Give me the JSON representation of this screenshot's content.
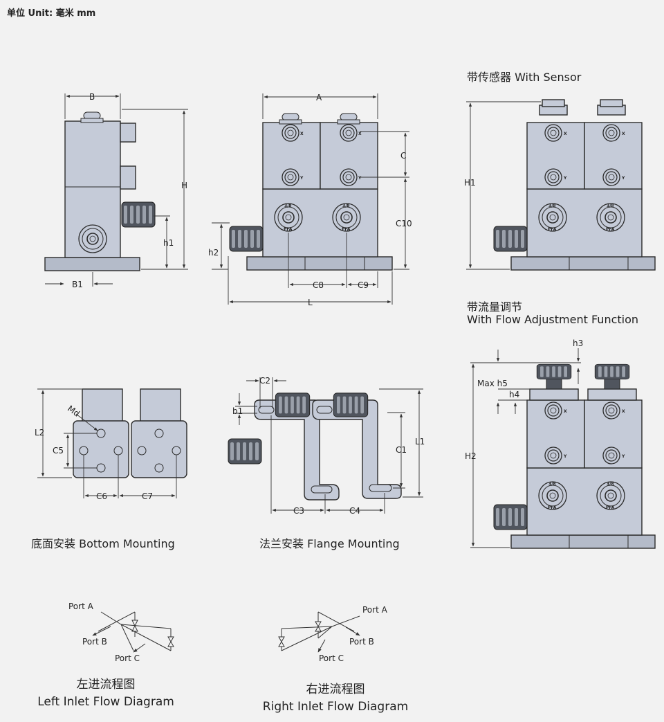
{
  "unit_label": "单位 Unit: 毫米 mm",
  "captions": {
    "with_sensor": "带传感器 With Sensor",
    "flow_adjust_cn": "带流量调节",
    "flow_adjust_en": "With Flow Adjustment Function",
    "bottom_mounting": "底面安装 Bottom Mounting",
    "flange_mounting": "法兰安装 Flange Mounting",
    "left_inlet_cn": "左进流程图",
    "left_inlet_en": "Left Inlet Flow Diagram",
    "right_inlet_cn": "右进流程图",
    "right_inlet_en": "Right Inlet Flow Diagram"
  },
  "dims": {
    "B": "B",
    "H": "H",
    "h1": "h1",
    "B1": "B1",
    "A": "A",
    "C": "C",
    "C10": "C10",
    "h2": "h2",
    "C8": "C8",
    "C9": "C9",
    "L": "L",
    "H1": "H1",
    "h3": "h3",
    "max_h5": "Max h5",
    "h4": "h4",
    "H2": "H2",
    "Md": "Md",
    "L2": "L2",
    "C5": "C5",
    "C6": "C6",
    "C7": "C7",
    "C2": "C2",
    "b1": "b1",
    "L1": "L1",
    "C1": "C1",
    "C3": "C3",
    "C4": "C4"
  },
  "marks": {
    "x": "X",
    "y": "Y",
    "port_top": "3/8",
    "port_bottom": "PFA"
  },
  "ports": {
    "a": "Port A",
    "b": "Port B",
    "c": "Port C"
  }
}
